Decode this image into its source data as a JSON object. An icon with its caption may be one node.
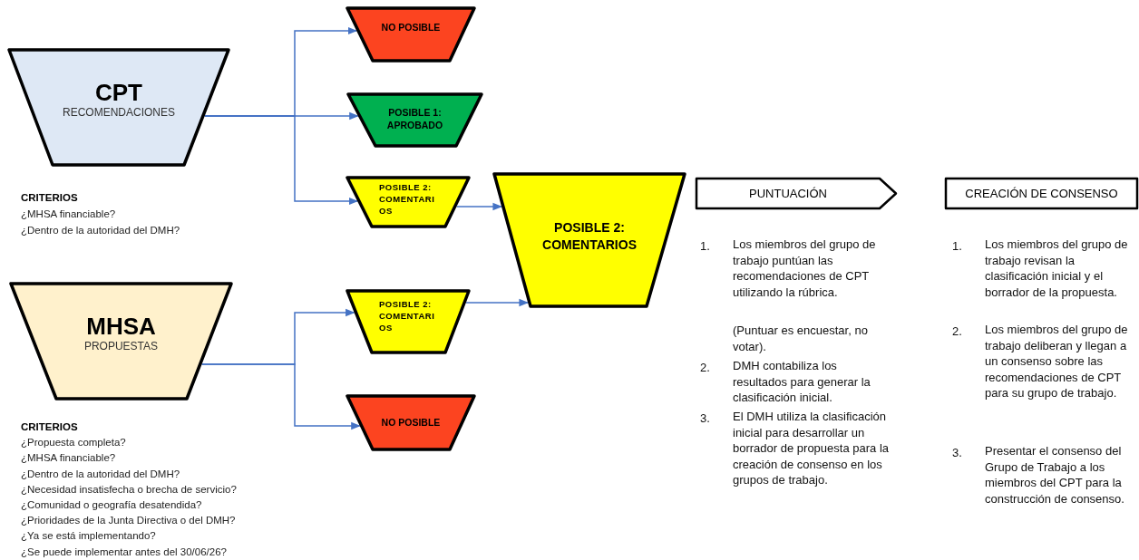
{
  "diagram": {
    "nodes": [
      {
        "text": [
          "CPT",
          "RECOMENDACIONES"
        ]
      },
      {
        "text": [
          "NO POSIBLE"
        ]
      },
      {
        "text": [
          "POSIBLE 1: APROBADO"
        ]
      },
      {
        "text": [
          "POSIBLE 2: COMENTARIOS"
        ]
      },
      {
        "text": [
          "MHSA",
          "PROPUESTAS"
        ]
      },
      {
        "text": [
          "POSIBLE 2: COMENTARIOS"
        ]
      },
      {
        "text": [
          "NO POSIBLE"
        ]
      },
      {
        "text": [
          "POSIBLE 2: COMENTARIOS"
        ]
      },
      {
        "text": [
          "PUNTUACIÓN"
        ]
      },
      {
        "text": [
          "CREACIÓN DE CONSENSO"
        ]
      }
    ],
    "edges": [
      {
        "from": 0,
        "to": 1,
        "arrow": "to"
      },
      {
        "from": 0,
        "to": 2,
        "arrow": "to"
      },
      {
        "from": 0,
        "to": 3,
        "arrow": "to"
      },
      {
        "from": 4,
        "to": 5,
        "arrow": "to"
      },
      {
        "from": 4,
        "to": 6,
        "arrow": "to"
      },
      {
        "from": 3,
        "to": 7,
        "arrow": "to"
      },
      {
        "from": 5,
        "to": 7,
        "arrow": "to"
      }
    ],
    "labels": [
      "CRITERIOS",
      "¿MHSA financiable?",
      "¿Dentro de la autoridad del DMH?",
      "CRITERIOS",
      "¿Propuesta completa?",
      "¿MHSA financiable?",
      "¿Dentro de la autoridad del DMH?",
      "¿Necesidad insatisfecha o brecha de servicio?",
      "¿Comunidad o geografía desatendida?",
      "¿Prioridades de la Junta Directiva o del DMH?",
      "¿Ya se está implementando?",
      "¿Se puede implementar antes del 30/06/26?",
      "1.",
      "Los miembros del grupo de trabajo puntúan las recomendaciones de CPT utilizando la rúbrica.",
      "(Puntuar es encuestar, no votar).",
      "2.",
      "DMH contabiliza los resultados para generar la clasificación inicial.",
      "3.",
      "El DMH utiliza la clasificación inicial para desarrollar un borrador de propuesta para la creación de consenso en los grupos de trabajo.",
      "1.",
      "Los miembros del grupo de trabajo revisan la clasificación inicial y el borrador de la propuesta.",
      "2.",
      "Los miembros del grupo de trabajo deliberan y llegan a un consenso sobre las recomendaciones de CPT para su grupo de trabajo.",
      "3.",
      "Presentar el consenso del Grupo de Trabajo a los miembros del CPT para la construcción de consenso."
    ]
  }
}
